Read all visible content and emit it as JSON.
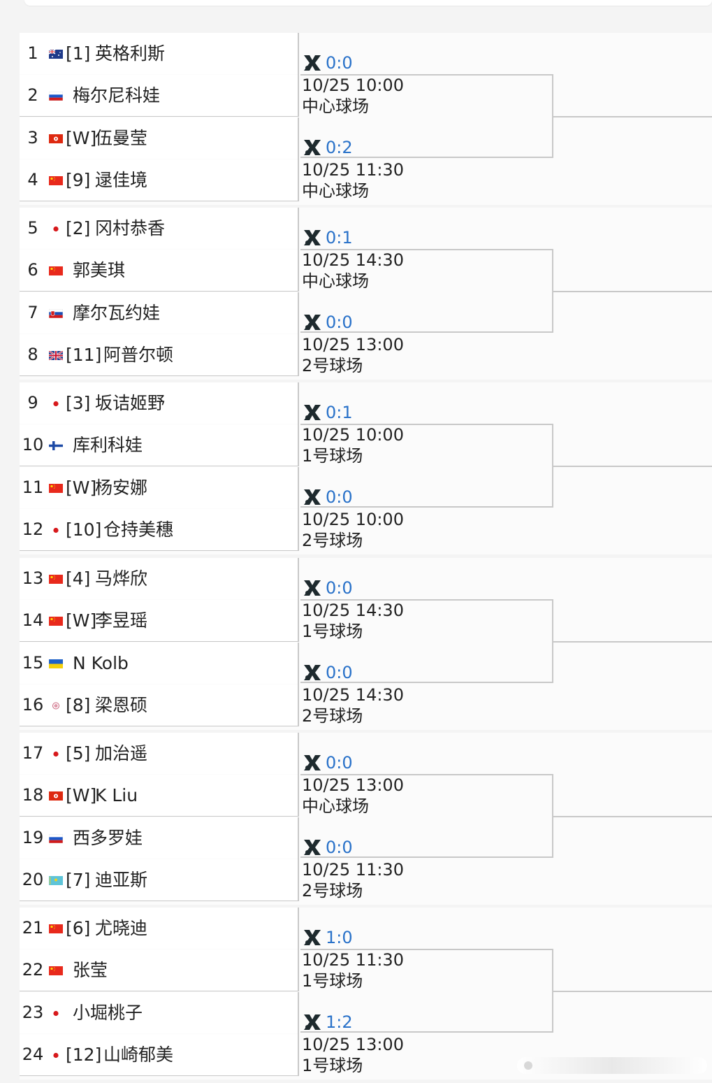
{
  "matches": [
    {
      "players": [
        {
          "num": "1",
          "flag": "australia-flag",
          "seed": "[1]",
          "name": "英格利斯"
        },
        {
          "num": "2",
          "flag": "russia-flag",
          "seed": "",
          "name": "梅尔尼科娃"
        }
      ],
      "score": "0:0",
      "time": "10/25 10:00",
      "court": "中心球场"
    },
    {
      "players": [
        {
          "num": "3",
          "flag": "hongkong-flag",
          "seed": "[W]",
          "name": "伍曼莹"
        },
        {
          "num": "4",
          "flag": "china-flag",
          "seed": "[9]",
          "name": "逯佳境"
        }
      ],
      "score": "0:2",
      "time": "10/25 11:30",
      "court": "中心球场"
    },
    {
      "players": [
        {
          "num": "5",
          "flag": "japan-flag",
          "seed": "[2]",
          "name": "冈村恭香"
        },
        {
          "num": "6",
          "flag": "china-flag",
          "seed": "",
          "name": "郭美琪"
        }
      ],
      "score": "0:1",
      "time": "10/25 14:30",
      "court": "中心球场"
    },
    {
      "players": [
        {
          "num": "7",
          "flag": "slovakia-flag",
          "seed": "",
          "name": "摩尔瓦约娃"
        },
        {
          "num": "8",
          "flag": "uk-flag",
          "seed": "[11]",
          "name": "阿普尔顿"
        }
      ],
      "score": "0:0",
      "time": "10/25 13:00",
      "court": "2号球场"
    },
    {
      "players": [
        {
          "num": "9",
          "flag": "japan-flag",
          "seed": "[3]",
          "name": "坂诘姬野"
        },
        {
          "num": "10",
          "flag": "finland-flag",
          "seed": "",
          "name": "库利科娃"
        }
      ],
      "score": "0:1",
      "time": "10/25 10:00",
      "court": "1号球场"
    },
    {
      "players": [
        {
          "num": "11",
          "flag": "china-flag",
          "seed": "[W]",
          "name": "杨安娜"
        },
        {
          "num": "12",
          "flag": "japan-flag",
          "seed": "[10]",
          "name": "仓持美穗"
        }
      ],
      "score": "0:0",
      "time": "10/25 10:00",
      "court": "2号球场"
    },
    {
      "players": [
        {
          "num": "13",
          "flag": "china-flag",
          "seed": "[4]",
          "name": "马烨欣"
        },
        {
          "num": "14",
          "flag": "china-flag",
          "seed": "[W]",
          "name": "李昱瑶"
        }
      ],
      "score": "0:0",
      "time": "10/25 14:30",
      "court": "1号球场"
    },
    {
      "players": [
        {
          "num": "15",
          "flag": "ukraine-flag",
          "seed": "",
          "name": "N Kolb"
        },
        {
          "num": "16",
          "flag": "chinese-taipei-flag",
          "seed": "[8]",
          "name": "梁恩硕"
        }
      ],
      "score": "0:0",
      "time": "10/25 14:30",
      "court": "2号球场"
    },
    {
      "players": [
        {
          "num": "17",
          "flag": "japan-flag",
          "seed": "[5]",
          "name": "加治遥"
        },
        {
          "num": "18",
          "flag": "hongkong-flag",
          "seed": "[W]",
          "name": "K Liu"
        }
      ],
      "score": "0:0",
      "time": "10/25 13:00",
      "court": "中心球场"
    },
    {
      "players": [
        {
          "num": "19",
          "flag": "russia-flag",
          "seed": "",
          "name": "西多罗娃"
        },
        {
          "num": "20",
          "flag": "kazakhstan-flag",
          "seed": "[7]",
          "name": "迪亚斯"
        }
      ],
      "score": "0:0",
      "time": "10/25 11:30",
      "court": "2号球场"
    },
    {
      "players": [
        {
          "num": "21",
          "flag": "china-flag",
          "seed": "[6]",
          "name": "尤晓迪"
        },
        {
          "num": "22",
          "flag": "china-flag",
          "seed": "",
          "name": "张莹"
        }
      ],
      "score": "1:0",
      "time": "10/25 11:30",
      "court": "1号球场"
    },
    {
      "players": [
        {
          "num": "23",
          "flag": "japan-flag",
          "seed": "",
          "name": "小堀桃子"
        },
        {
          "num": "24",
          "flag": "japan-flag",
          "seed": "[12]",
          "name": "山崎郁美"
        }
      ],
      "score": "1:2",
      "time": "10/25 13:00",
      "court": "1号球场"
    }
  ],
  "colors": {
    "score_blue": "#2a72c9",
    "border_gray": "#c8c8c8",
    "icon_dark": "#1e2a2e"
  }
}
